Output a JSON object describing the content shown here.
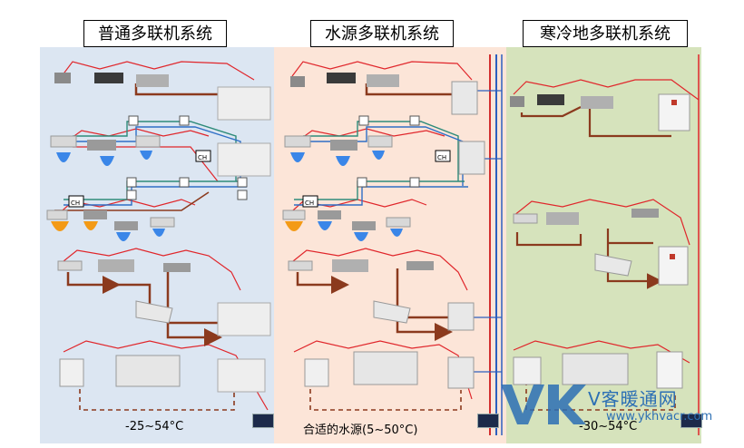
{
  "systems": [
    {
      "title": "普通多联机系统",
      "footer": "-25~54°C"
    },
    {
      "title": "水源多联机系统",
      "footer": "合适的水源(5~50°C)"
    },
    {
      "title": "寒冷地多联机系统",
      "footer": "-30~54°C"
    }
  ],
  "labels": {
    "box_ch": "CH"
  },
  "watermark": {
    "logo": "VK",
    "name": "V客暖通网",
    "url": "www.ykhvacr.com"
  },
  "colors": {
    "panel_standard": "#dce6f2",
    "panel_water": "#fce5d8",
    "panel_cold": "#d6e3bc",
    "signal_line": "#e0262b",
    "refrigerant_pipe": "#8b3a1e",
    "pipe_green": "#2e8b7a",
    "pipe_blue": "#2f6fc6",
    "water_pipe_red": "#d32f2f",
    "water_pipe_blue": "#2c5fbf",
    "cool_mode": "#3a86e8",
    "heat_mode": "#f39a16",
    "watermark": "#2c6fb4"
  }
}
